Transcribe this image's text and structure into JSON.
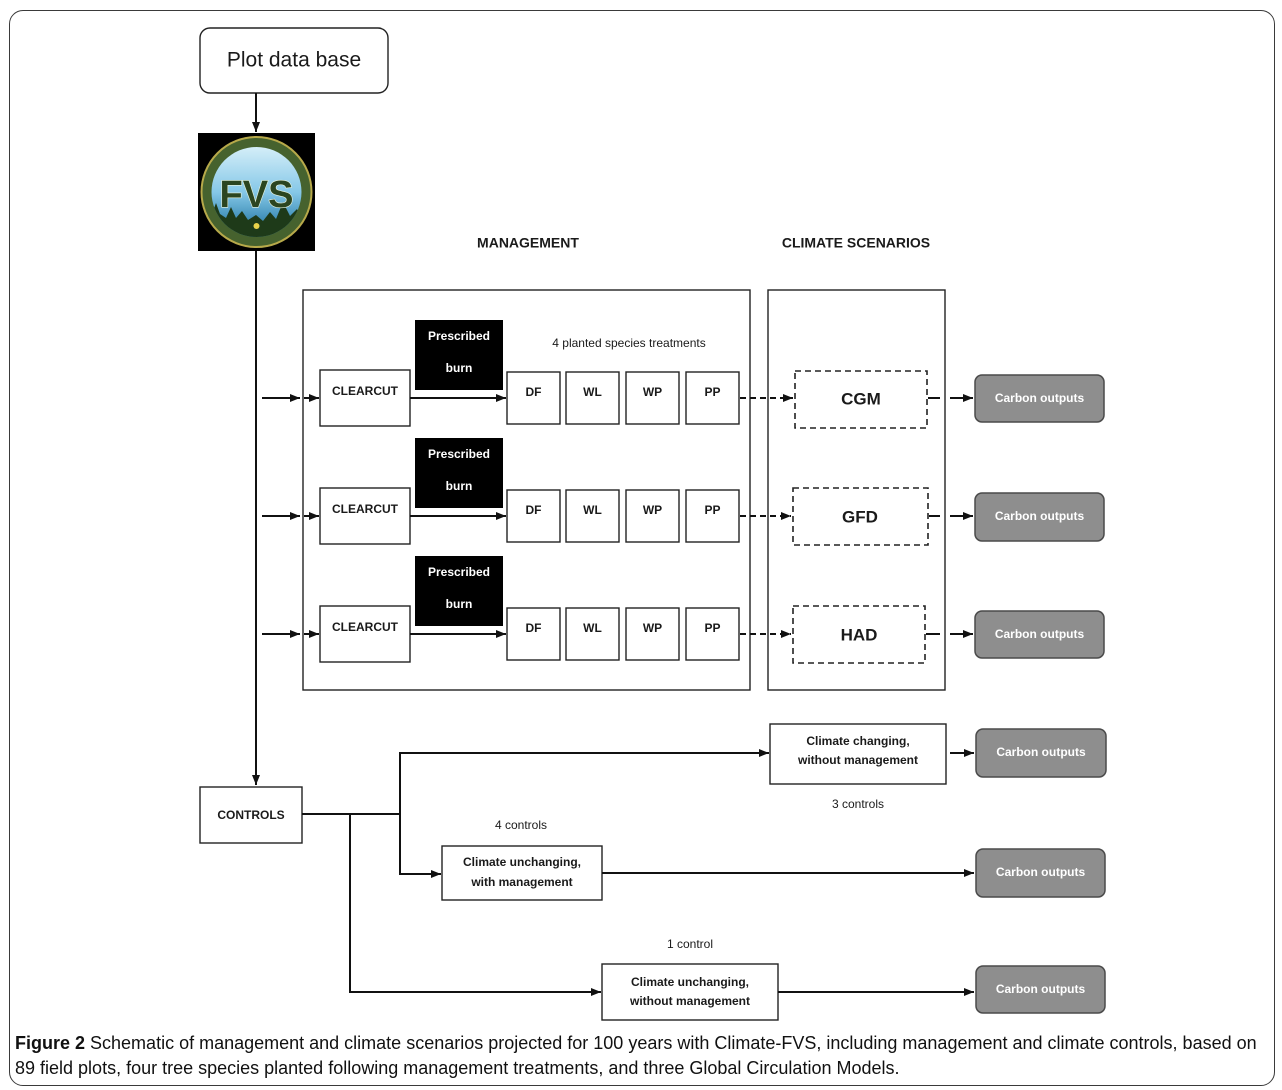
{
  "source": {
    "label": "Plot data base"
  },
  "model": {
    "logo_text": "FVS"
  },
  "headings": {
    "management": "MANAGEMENT",
    "climate_scenarios": "CLIMATE SCENARIOS"
  },
  "management": {
    "species_note": "4 planted species treatments",
    "rows": [
      {
        "harvest": "CLEARCUT",
        "burn": [
          "Prescribed",
          "burn"
        ],
        "species": [
          "DF",
          "WL",
          "WP",
          "PP"
        ],
        "climate_scenario": "CGM",
        "output": "Carbon outputs"
      },
      {
        "harvest": "CLEARCUT",
        "burn": [
          "Prescribed",
          "burn"
        ],
        "species": [
          "DF",
          "WL",
          "WP",
          "PP"
        ],
        "climate_scenario": "GFD",
        "output": "Carbon outputs"
      },
      {
        "harvest": "CLEARCUT",
        "burn": [
          "Prescribed",
          "burn"
        ],
        "species": [
          "DF",
          "WL",
          "WP",
          "PP"
        ],
        "climate_scenario": "HAD",
        "output": "Carbon outputs"
      }
    ]
  },
  "controls": {
    "label": "CONTROLS",
    "branches": [
      {
        "box": [
          "Climate changing,",
          "without management"
        ],
        "note": "3 controls",
        "output": "Carbon outputs"
      },
      {
        "box": [
          "Climate unchanging,",
          "with management"
        ],
        "note": "4 controls",
        "output": "Carbon outputs"
      },
      {
        "box": [
          "Climate unchanging,",
          "without management"
        ],
        "note": "1 control",
        "output": "Carbon outputs"
      }
    ]
  },
  "caption": {
    "label": "Figure 2",
    "text": "Schematic of management and climate scenarios projected for 100 years with Climate-FVS, including management and climate controls, based on 89 field plots, four tree species planted following management treatments, and three Global Circulation Models."
  },
  "colors": {
    "burn_fill": "#000000",
    "output_fill": "#8e8e8e",
    "output_text": "#ffffff",
    "line": "#111111"
  }
}
